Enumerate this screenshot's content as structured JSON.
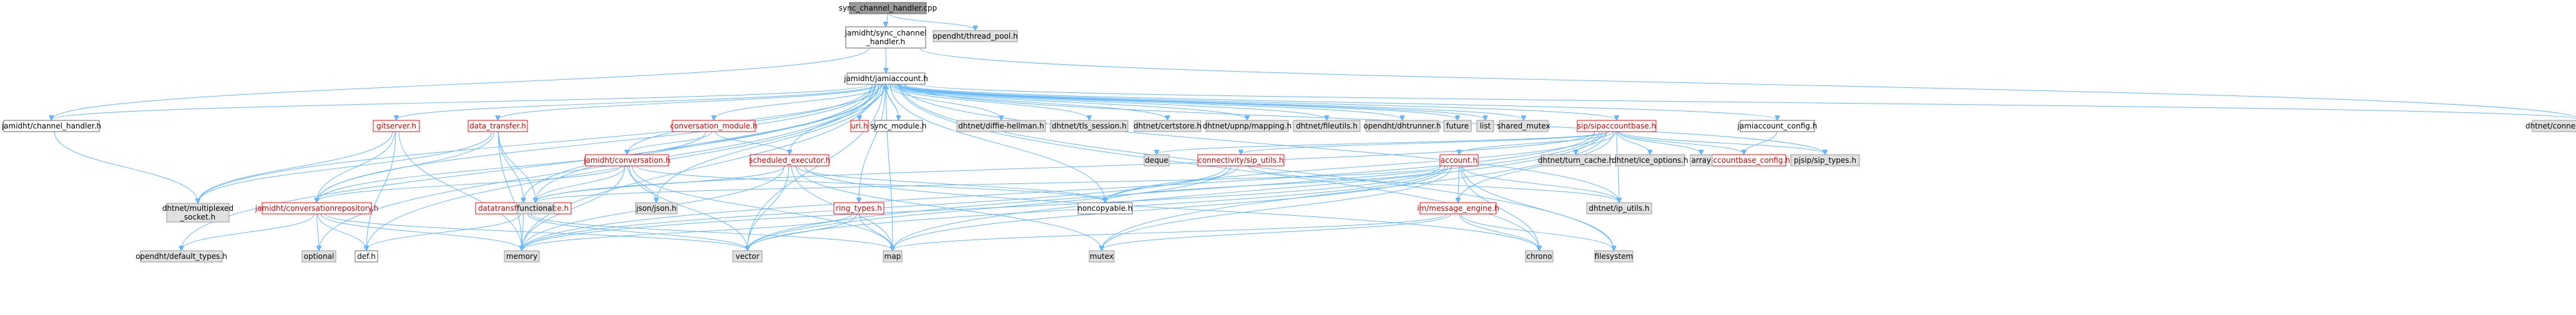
{
  "colors": {
    "edge": "#63b8ff",
    "self_fill": "#999999",
    "external_fill": "#e0e0e0",
    "documented_border": "#666666",
    "incomplete_border": "#ff0000"
  },
  "nodes": [
    {
      "id": "self",
      "lines": [
        "sync_channel_handler.cpp"
      ],
      "kind": "self"
    },
    {
      "id": "tp",
      "lines": [
        "opendht/thread_pool.h"
      ],
      "kind": "ext"
    },
    {
      "id": "sch",
      "lines": [
        "jamidht/sync_channel",
        "_handler.h"
      ],
      "kind": "doc"
    },
    {
      "id": "ja",
      "lines": [
        "jamidht/jamiaccount.h"
      ],
      "kind": "doc"
    },
    {
      "id": "ch",
      "lines": [
        "jamidht/channel_handler.h"
      ],
      "kind": "doc"
    },
    {
      "id": "cm",
      "lines": [
        "dhtnet/connectionmanager.h"
      ],
      "kind": "ext"
    },
    {
      "id": "ms",
      "lines": [
        "dhtnet/multiplexed",
        "_socket.h"
      ],
      "kind": "ext"
    },
    {
      "id": "odt",
      "lines": [
        "opendht/default_types.h"
      ],
      "kind": "ext"
    },
    {
      "id": "gs",
      "lines": [
        "gitserver.h"
      ],
      "kind": "red"
    },
    {
      "id": "dt",
      "lines": [
        "data_transfer.h"
      ],
      "kind": "red"
    },
    {
      "id": "cmod",
      "lines": [
        "conversation_module.h"
      ],
      "kind": "red"
    },
    {
      "id": "jconv",
      "lines": [
        "jamidht/conversation.h"
      ],
      "kind": "red"
    },
    {
      "id": "jcr",
      "lines": [
        "jamidht/conversationrepository.h"
      ],
      "kind": "red"
    },
    {
      "id": "dti",
      "lines": [
        "datatransfer_interface.h"
      ],
      "kind": "red"
    },
    {
      "id": "se",
      "lines": [
        "scheduled_executor.h"
      ],
      "kind": "red"
    },
    {
      "id": "rt",
      "lines": [
        "ring_types.h"
      ],
      "kind": "red"
    },
    {
      "id": "urih",
      "lines": [
        "uri.h"
      ],
      "kind": "red"
    },
    {
      "id": "smod",
      "lines": [
        "sync_module.h"
      ],
      "kind": "doc"
    },
    {
      "id": "dh",
      "lines": [
        "dhtnet/diffie-hellman.h"
      ],
      "kind": "ext"
    },
    {
      "id": "tls",
      "lines": [
        "dhtnet/tls_session.h"
      ],
      "kind": "ext"
    },
    {
      "id": "cs",
      "lines": [
        "dhtnet/certstore.h"
      ],
      "kind": "ext"
    },
    {
      "id": "upnp",
      "lines": [
        "dhtnet/upnp/mapping.h"
      ],
      "kind": "ext"
    },
    {
      "id": "fu",
      "lines": [
        "dhtnet/fileutils.h"
      ],
      "kind": "ext"
    },
    {
      "id": "dr",
      "lines": [
        "opendht/dhtrunner.h"
      ],
      "kind": "ext"
    },
    {
      "id": "fut",
      "lines": [
        "future"
      ],
      "kind": "ext"
    },
    {
      "id": "lst",
      "lines": [
        "list"
      ],
      "kind": "ext"
    },
    {
      "id": "smx",
      "lines": [
        "shared_mutex"
      ],
      "kind": "ext"
    },
    {
      "id": "sab",
      "lines": [
        "sip/sipaccountbase.h"
      ],
      "kind": "red"
    },
    {
      "id": "jac",
      "lines": [
        "jamiaccount_config.h"
      ],
      "kind": "doc"
    },
    {
      "id": "sst",
      "lines": [
        "pjsip/sip_types.h"
      ],
      "kind": "ext"
    },
    {
      "id": "sabc",
      "lines": [
        "sipaccountbase_config.h"
      ],
      "kind": "red"
    },
    {
      "id": "json",
      "lines": [
        "json/json.h"
      ],
      "kind": "ext"
    },
    {
      "id": "deq",
      "lines": [
        "deque"
      ],
      "kind": "ext"
    },
    {
      "id": "csu",
      "lines": [
        "connectivity/sip_utils.h"
      ],
      "kind": "red"
    },
    {
      "id": "acc",
      "lines": [
        "account.h"
      ],
      "kind": "red"
    },
    {
      "id": "tc",
      "lines": [
        "dhtnet/turn_cache.h"
      ],
      "kind": "ext"
    },
    {
      "id": "ice",
      "lines": [
        "dhtnet/ice_options.h"
      ],
      "kind": "ext"
    },
    {
      "id": "arr",
      "lines": [
        "array"
      ],
      "kind": "ext"
    },
    {
      "id": "nc",
      "lines": [
        "noncopyable.h"
      ],
      "kind": "doc"
    },
    {
      "id": "ipu",
      "lines": [
        "dhtnet/ip_utils.h"
      ],
      "kind": "ext"
    },
    {
      "id": "func",
      "lines": [
        "functional"
      ],
      "kind": "ext"
    },
    {
      "id": "mem",
      "lines": [
        "memory"
      ],
      "kind": "ext"
    },
    {
      "id": "vec",
      "lines": [
        "vector"
      ],
      "kind": "ext"
    },
    {
      "id": "map",
      "lines": [
        "map"
      ],
      "kind": "ext"
    },
    {
      "id": "mtx",
      "lines": [
        "mutex"
      ],
      "kind": "ext"
    },
    {
      "id": "chr",
      "lines": [
        "chrono"
      ],
      "kind": "ext"
    },
    {
      "id": "fs",
      "lines": [
        "filesystem"
      ],
      "kind": "ext"
    },
    {
      "id": "opt",
      "lines": [
        "optional"
      ],
      "kind": "ext"
    },
    {
      "id": "def",
      "lines": [
        "def.h"
      ],
      "kind": "doc"
    },
    {
      "id": "ime",
      "lines": [
        "im/message_engine.h"
      ],
      "kind": "red"
    }
  ],
  "edges": [
    [
      "self",
      "sch"
    ],
    [
      "self",
      "tp"
    ],
    [
      "sch",
      "ja"
    ],
    [
      "sch",
      "ch"
    ],
    [
      "sch",
      "cm"
    ],
    [
      "ch",
      "ms"
    ],
    [
      "ja",
      "ch"
    ],
    [
      "ja",
      "cm"
    ],
    [
      "ja",
      "ms"
    ],
    [
      "ja",
      "odt"
    ],
    [
      "ja",
      "gs"
    ],
    [
      "ja",
      "dt"
    ],
    [
      "ja",
      "cmod"
    ],
    [
      "ja",
      "jconv"
    ],
    [
      "ja",
      "jcr"
    ],
    [
      "ja",
      "dti"
    ],
    [
      "ja",
      "se"
    ],
    [
      "ja",
      "rt"
    ],
    [
      "ja",
      "urih"
    ],
    [
      "ja",
      "smod"
    ],
    [
      "ja",
      "dh"
    ],
    [
      "ja",
      "tls"
    ],
    [
      "ja",
      "cs"
    ],
    [
      "ja",
      "upnp"
    ],
    [
      "ja",
      "fu"
    ],
    [
      "ja",
      "dr"
    ],
    [
      "ja",
      "fut"
    ],
    [
      "ja",
      "lst"
    ],
    [
      "ja",
      "smx"
    ],
    [
      "ja",
      "sab"
    ],
    [
      "ja",
      "jac"
    ],
    [
      "ja",
      "sst"
    ],
    [
      "ja",
      "ipu"
    ],
    [
      "ja",
      "json"
    ],
    [
      "ja",
      "nc"
    ],
    [
      "ja",
      "func"
    ],
    [
      "ja",
      "mem"
    ],
    [
      "ja",
      "vec"
    ],
    [
      "ja",
      "map"
    ],
    [
      "ja",
      "chr"
    ],
    [
      "ja",
      "fs"
    ],
    [
      "ja",
      "opt"
    ],
    [
      "ja",
      "def"
    ],
    [
      "smod",
      "ja"
    ],
    [
      "gs",
      "ms"
    ],
    [
      "gs",
      "jcr"
    ],
    [
      "gs",
      "def"
    ],
    [
      "gs",
      "mem"
    ],
    [
      "dt",
      "jcr"
    ],
    [
      "dt",
      "dti"
    ],
    [
      "dt",
      "func"
    ],
    [
      "dt",
      "mem"
    ],
    [
      "dt",
      "ms"
    ],
    [
      "cmod",
      "jconv"
    ],
    [
      "cmod",
      "jcr"
    ],
    [
      "cmod",
      "se"
    ],
    [
      "jconv",
      "jcr"
    ],
    [
      "jconv",
      "json"
    ],
    [
      "jconv",
      "func"
    ],
    [
      "jconv",
      "mem"
    ],
    [
      "jconv",
      "vec"
    ],
    [
      "jconv",
      "map"
    ],
    [
      "jconv",
      "nc"
    ],
    [
      "jcr",
      "odt"
    ],
    [
      "jcr",
      "opt"
    ],
    [
      "jcr",
      "def"
    ],
    [
      "jcr",
      "mem"
    ],
    [
      "jcr",
      "vec"
    ],
    [
      "dti",
      "def"
    ],
    [
      "dti",
      "mem"
    ],
    [
      "dti",
      "vec"
    ],
    [
      "dti",
      "map"
    ],
    [
      "se",
      "func"
    ],
    [
      "se",
      "mem"
    ],
    [
      "se",
      "vec"
    ],
    [
      "se",
      "map"
    ],
    [
      "se",
      "mtx"
    ],
    [
      "se",
      "nc"
    ],
    [
      "se",
      "chr"
    ],
    [
      "rt",
      "mem"
    ],
    [
      "rt",
      "vec"
    ],
    [
      "rt",
      "map"
    ],
    [
      "sab",
      "deq"
    ],
    [
      "sab",
      "csu"
    ],
    [
      "sab",
      "acc"
    ],
    [
      "sab",
      "tc"
    ],
    [
      "sab",
      "ice"
    ],
    [
      "sab",
      "arr"
    ],
    [
      "sab",
      "sabc"
    ],
    [
      "sab",
      "sst"
    ],
    [
      "sab",
      "nc"
    ],
    [
      "sab",
      "ipu"
    ],
    [
      "sab",
      "ime"
    ],
    [
      "sab",
      "func"
    ],
    [
      "sab",
      "mem"
    ],
    [
      "sab",
      "vec"
    ],
    [
      "sab",
      "map"
    ],
    [
      "sab",
      "mtx"
    ],
    [
      "jac",
      "sabc"
    ],
    [
      "csu",
      "nc"
    ],
    [
      "csu",
      "ipu"
    ],
    [
      "csu",
      "mem"
    ],
    [
      "csu",
      "vec"
    ],
    [
      "acc",
      "nc"
    ],
    [
      "acc",
      "ipu"
    ],
    [
      "acc",
      "ime"
    ],
    [
      "acc",
      "func"
    ],
    [
      "acc",
      "mem"
    ],
    [
      "acc",
      "vec"
    ],
    [
      "acc",
      "map"
    ],
    [
      "acc",
      "mtx"
    ],
    [
      "acc",
      "chr"
    ],
    [
      "acc",
      "fs"
    ],
    [
      "ime",
      "map"
    ],
    [
      "ime",
      "mtx"
    ],
    [
      "ime",
      "chr"
    ],
    [
      "ime",
      "fs"
    ]
  ]
}
